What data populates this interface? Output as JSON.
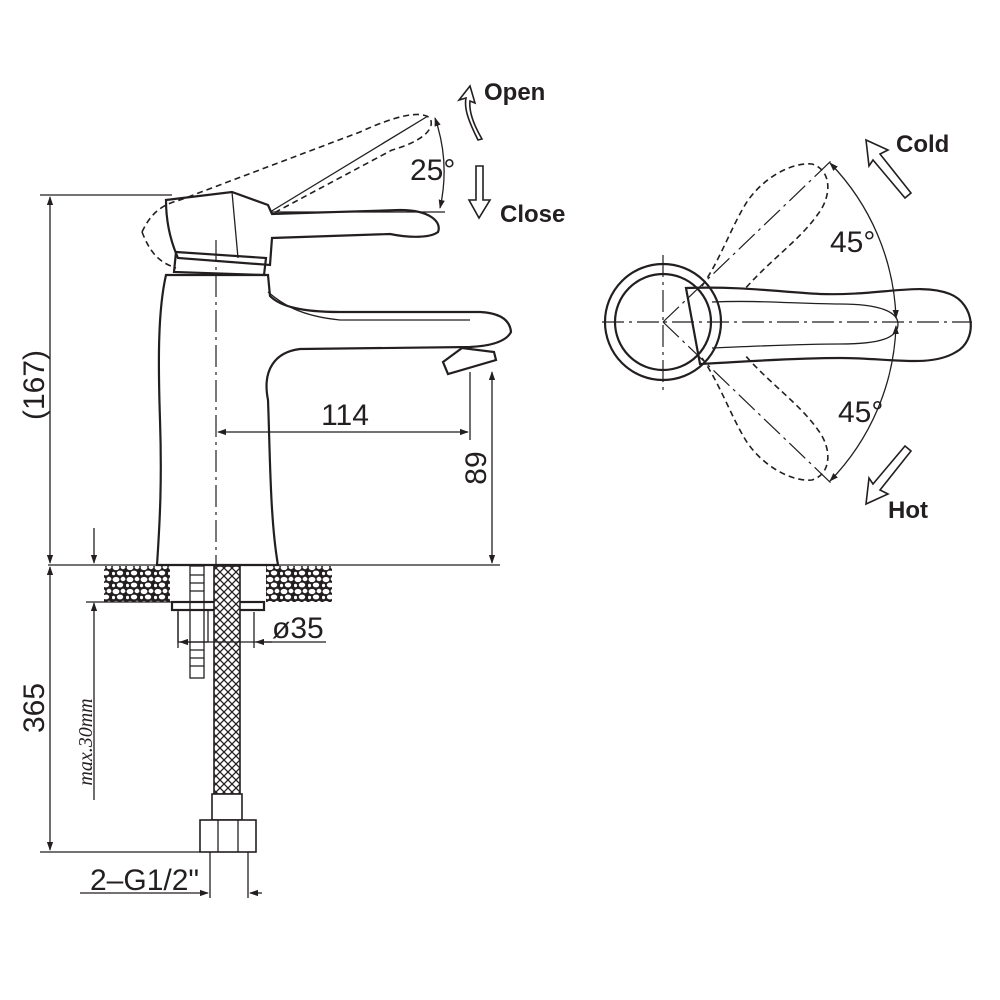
{
  "side_view": {
    "rotation": {
      "angle": "25°",
      "open": "Open",
      "close": "Close"
    },
    "dimensions": {
      "height": "(167)",
      "spout_reach": "114",
      "spout_height": "89",
      "diameter": "ø35",
      "hose_length": "365",
      "max_thickness": "max.30mm",
      "connection": "2–G1/2\""
    }
  },
  "top_view": {
    "cold_label": "Cold",
    "hot_label": "Hot",
    "cold_angle": "45°",
    "hot_angle": "45°"
  }
}
